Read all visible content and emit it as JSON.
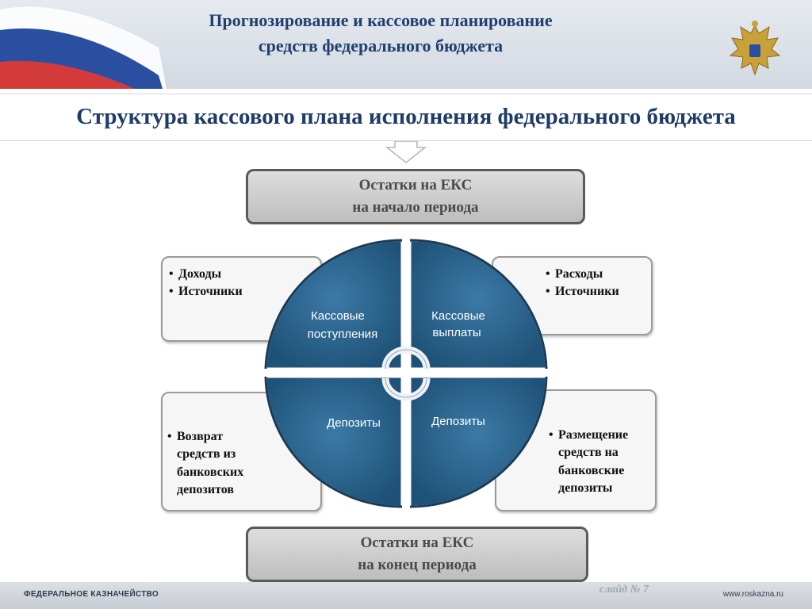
{
  "header": {
    "line1": "Прогнозирование и кассовое планирование",
    "line2": "средств федерального бюджета"
  },
  "title": "Структура кассового плана исполнения федерального бюджета",
  "top_box": {
    "line1": "Остатки на ЕКС",
    "line2": "на начало периода"
  },
  "bottom_box": {
    "line1": "Остатки на ЕКС",
    "line2": "на конец периода"
  },
  "left_top_box": {
    "items": [
      "Доходы",
      "Источники"
    ]
  },
  "right_top_box": {
    "items": [
      "Расходы",
      "Источники"
    ]
  },
  "left_bottom_box": {
    "items": [
      "Возврат средств из банковских депозитов"
    ]
  },
  "right_bottom_box": {
    "items": [
      "Размещение средств на банковские депозиты"
    ]
  },
  "circle": {
    "top_left": [
      "Кассовые",
      "поступления"
    ],
    "top_right": [
      "Кассовые",
      "выплаты"
    ],
    "bottom_left": "Депозиты",
    "bottom_right": "Депозиты"
  },
  "footer": {
    "left": "ФЕДЕРАЛЬНОЕ КАЗНАЧЕЙСТВО",
    "right": "www.roskazna.ru",
    "slide": "слайд № 7"
  },
  "colors": {
    "title": "#1f3c66",
    "segment": "#2e6690",
    "segment_edge": "#1e3f5c"
  },
  "icons": {
    "emblem": "double-headed-eagle-icon",
    "cycle": "cycle-arrows-icon",
    "arrow": "down-arrow-icon"
  }
}
